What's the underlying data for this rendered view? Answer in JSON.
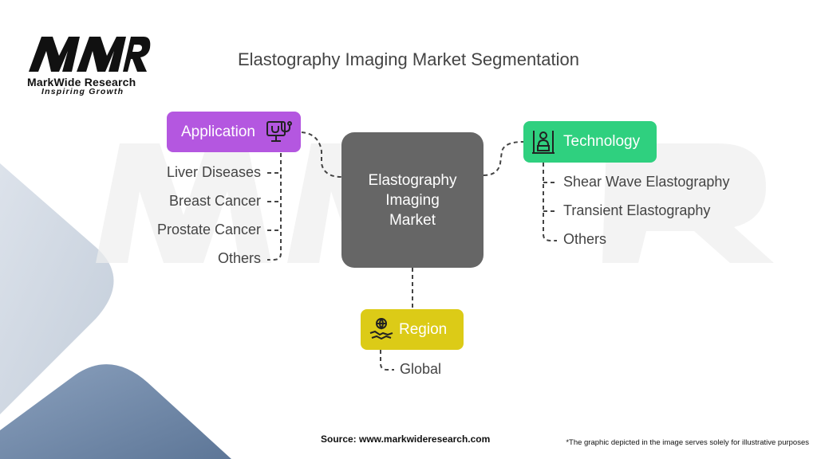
{
  "logo": {
    "brand": "MarkWide Research",
    "tagline": "Inspiring Growth"
  },
  "title": "Elastography Imaging Market Segmentation",
  "center": {
    "label": "Elastography Imaging Market"
  },
  "segments": {
    "application": {
      "label": "Application",
      "icon": "monitor-stethoscope-icon",
      "color": "#b457e0",
      "items": [
        "Liver Diseases",
        "Breast Cancer",
        "Prostate Cancer",
        "Others"
      ]
    },
    "technology": {
      "label": "Technology",
      "icon": "person-equipment-icon",
      "color": "#2fd07f",
      "items": [
        "Shear Wave Elastography",
        "Transient Elastography",
        "Others"
      ]
    },
    "region": {
      "label": "Region",
      "icon": "handshake-globe-icon",
      "color": "#dccb17",
      "items": [
        "Global"
      ]
    }
  },
  "footer": {
    "source": "Source: www.markwideresearch.com",
    "note": "*The graphic depicted in the image serves solely for illustrative purposes"
  }
}
